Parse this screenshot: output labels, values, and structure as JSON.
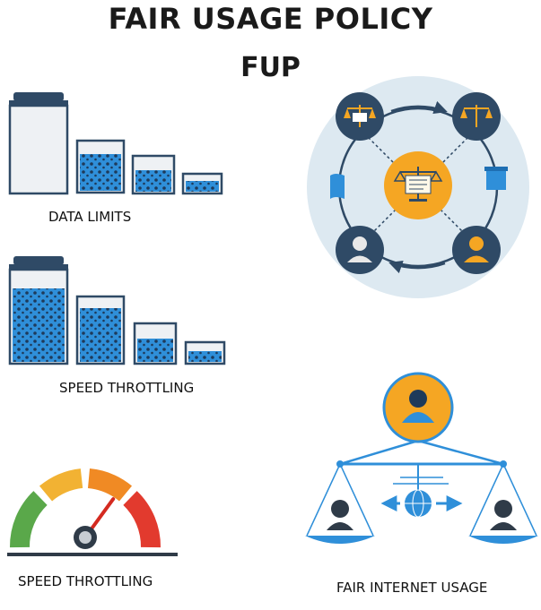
{
  "title": "FAIR USAGE POLICY",
  "subtitle": "FUP",
  "panels": {
    "data_limits": "DATA LIMITS",
    "speed_throttling_bars": "SPEED THROTTLING",
    "speed_throttling_gauge": "SPEED THROTTLING",
    "fair_internet_usage": "FAIR INTERNET USAGE"
  },
  "colors": {
    "navy": "#2f4a66",
    "blue": "#2f8fd9",
    "orange": "#f5a623",
    "light_circle": "#dde9f1",
    "gauge_green": "#5aa84a",
    "gauge_yellow": "#f2b233",
    "gauge_orange": "#f08a24",
    "gauge_red": "#e23a2e"
  },
  "icons": [
    "jar-icon",
    "scale-icon",
    "user-icon",
    "document-icon",
    "speed-gauge-icon",
    "globe-icon",
    "arrow-icon"
  ],
  "gauge": {
    "level": 0.7
  }
}
